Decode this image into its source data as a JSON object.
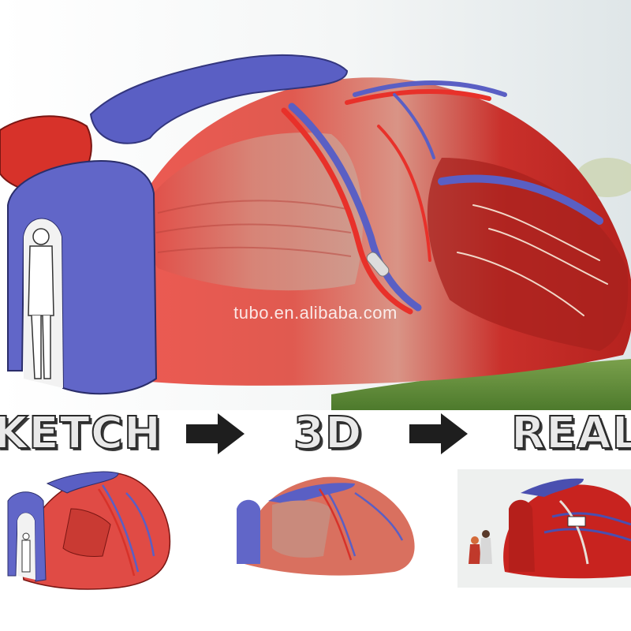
{
  "watermark": "tubo.en.alibaba.com",
  "steps": {
    "sketch": "KETCH",
    "three_d": "3D",
    "real": "REAL"
  },
  "colors": {
    "heart_red": "#e8493f",
    "vein_blue": "#5a5fc4",
    "sky": "#e6ecee",
    "grass": "#5f8a3a"
  },
  "icons": {
    "arrow_1": "right-arrow-icon",
    "arrow_2": "right-arrow-icon"
  }
}
